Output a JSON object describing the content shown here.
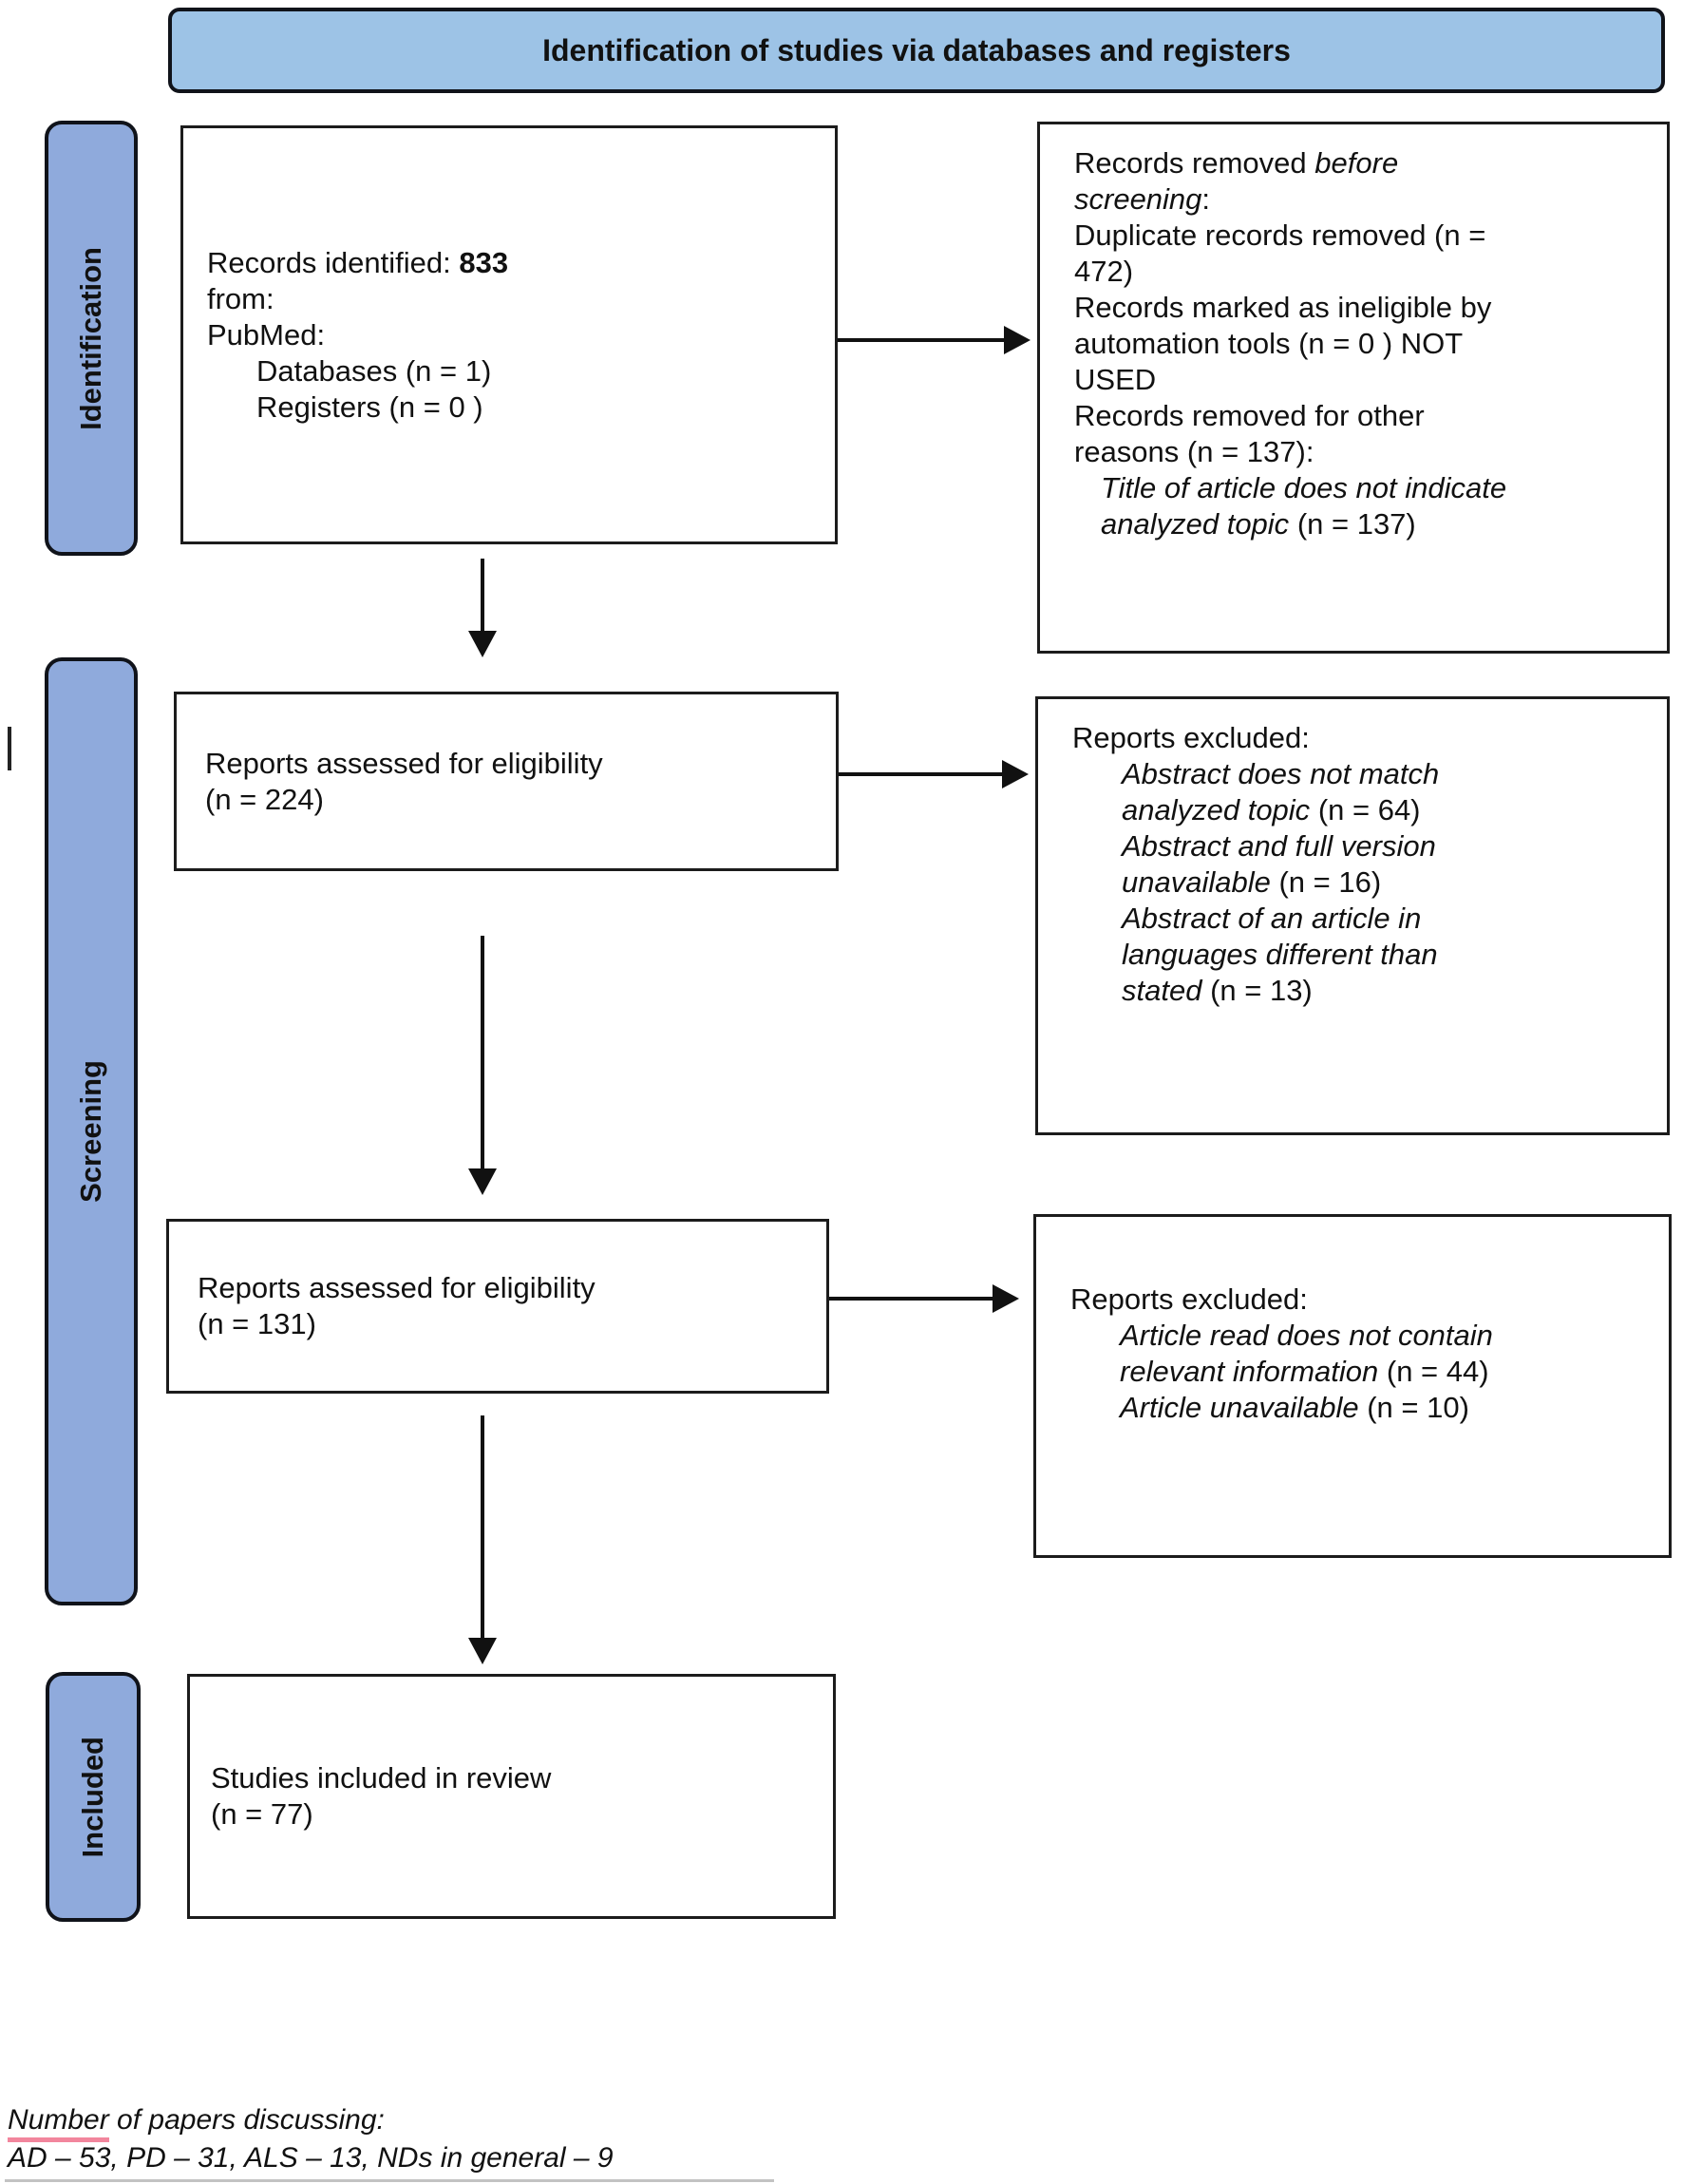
{
  "colors": {
    "banner_fill": "#9DC3E6",
    "stage_fill": "#8FAADC",
    "box_border": "#1c1c1c",
    "blue_border": "#10131a",
    "arrow": "#111111",
    "spellcheck_underline_pink": "#F2869D",
    "spellcheck_underline_gray": "#c3c3c3"
  },
  "icons": {
    "flow_arrow_right": "right-arrow",
    "flow_arrow_down": "down-arrow"
  },
  "header": {
    "title": "Identification of studies via databases and registers"
  },
  "stages": [
    {
      "id": "identification",
      "label": "Identification"
    },
    {
      "id": "screening",
      "label": "Screening"
    },
    {
      "id": "included",
      "label": "Included"
    }
  ],
  "boxes": {
    "records_identified": {
      "lines": [
        {
          "ind": 0,
          "parts": [
            {
              "t": "Records identified: "
            },
            {
              "t": "833",
              "b": 1
            }
          ]
        },
        {
          "ind": 0,
          "parts": [
            {
              "t": "from:"
            }
          ]
        },
        {
          "ind": 0,
          "parts": [
            {
              "t": "PubMed:"
            }
          ]
        },
        {
          "ind": 2,
          "parts": [
            {
              "t": "Databases (n = 1)"
            }
          ]
        },
        {
          "ind": 2,
          "parts": [
            {
              "t": "Registers (n = 0 )"
            }
          ]
        }
      ]
    },
    "records_removed": {
      "lines": [
        {
          "ind": 0,
          "parts": [
            {
              "t": "Records removed "
            },
            {
              "t": "before",
              "i": 1
            }
          ]
        },
        {
          "ind": 0,
          "parts": [
            {
              "t": "screening",
              "i": 1
            },
            {
              "t": ":"
            }
          ]
        },
        {
          "ind": 0,
          "parts": [
            {
              "t": "Duplicate records removed (n ="
            }
          ]
        },
        {
          "ind": 0,
          "parts": [
            {
              "t": "472)"
            }
          ]
        },
        {
          "ind": 0,
          "parts": [
            {
              "t": "Records marked as ineligible by"
            }
          ]
        },
        {
          "ind": 0,
          "parts": [
            {
              "t": "automation tools (n = 0 ) NOT"
            }
          ]
        },
        {
          "ind": 0,
          "parts": [
            {
              "t": "USED"
            }
          ]
        },
        {
          "ind": 0,
          "parts": [
            {
              "t": "Records removed for other"
            }
          ]
        },
        {
          "ind": 0,
          "parts": [
            {
              "t": "reasons (n = 137):"
            }
          ]
        },
        {
          "ind": 1,
          "parts": [
            {
              "t": "Title of article does not indicate",
              "i": 1
            }
          ]
        },
        {
          "ind": 1,
          "parts": [
            {
              "t": "analyzed topic ",
              "i": 1
            },
            {
              "t": "(n = 137)"
            }
          ]
        }
      ]
    },
    "reports_assessed_1": {
      "lines": [
        {
          "ind": 0,
          "parts": [
            {
              "t": "Reports assessed for eligibility"
            }
          ]
        },
        {
          "ind": 0,
          "parts": [
            {
              "t": "(n = 224)"
            }
          ]
        }
      ]
    },
    "reports_excluded_1": {
      "lines": [
        {
          "ind": 0,
          "parts": [
            {
              "t": "Reports excluded:"
            }
          ]
        },
        {
          "ind": 2,
          "parts": [
            {
              "t": "Abstract does not match",
              "i": 1
            }
          ]
        },
        {
          "ind": 2,
          "parts": [
            {
              "t": "analyzed topic ",
              "i": 1
            },
            {
              "t": "(n = 64)"
            }
          ]
        },
        {
          "ind": 2,
          "parts": [
            {
              "t": "Abstract and full version",
              "i": 1
            }
          ]
        },
        {
          "ind": 2,
          "parts": [
            {
              "t": "unavailable ",
              "i": 1
            },
            {
              "t": "(n = 16)"
            }
          ]
        },
        {
          "ind": 2,
          "parts": [
            {
              "t": "Abstract of an article in",
              "i": 1
            }
          ]
        },
        {
          "ind": 2,
          "parts": [
            {
              "t": "languages different than",
              "i": 1
            }
          ]
        },
        {
          "ind": 2,
          "parts": [
            {
              "t": "stated ",
              "i": 1
            },
            {
              "t": "(n = 13)"
            }
          ]
        }
      ]
    },
    "reports_assessed_2": {
      "lines": [
        {
          "ind": 0,
          "parts": [
            {
              "t": "Reports assessed for eligibility"
            }
          ]
        },
        {
          "ind": 0,
          "parts": [
            {
              "t": "(n = 131)"
            }
          ]
        }
      ]
    },
    "reports_excluded_2": {
      "lines": [
        {
          "ind": 0,
          "parts": [
            {
              "t": "Reports excluded:"
            }
          ]
        },
        {
          "ind": 2,
          "parts": [
            {
              "t": "Article read does not contain",
              "i": 1
            }
          ]
        },
        {
          "ind": 2,
          "parts": [
            {
              "t": "relevant information ",
              "i": 1
            },
            {
              "t": "(n = 44)"
            }
          ]
        },
        {
          "ind": 2,
          "parts": [
            {
              "t": "Article unavailable ",
              "i": 1
            },
            {
              "t": "(n = 10)"
            }
          ]
        }
      ]
    },
    "studies_included": {
      "lines": [
        {
          "ind": 0,
          "parts": [
            {
              "t": "Studies included in review"
            }
          ]
        },
        {
          "ind": 0,
          "parts": [
            {
              "t": "(n = 77)"
            }
          ]
        }
      ]
    }
  },
  "caption": {
    "lines": [
      {
        "ind": 0,
        "parts": [
          {
            "t": "Number",
            "i": 1,
            "u": 1
          },
          {
            "t": " of papers discussing:",
            "i": 1
          }
        ]
      },
      {
        "ind": 0,
        "parts": [
          {
            "t": "AD – 53, PD – 31, ALS – 13, NDs in general – 9",
            "i": 1
          }
        ]
      }
    ]
  }
}
